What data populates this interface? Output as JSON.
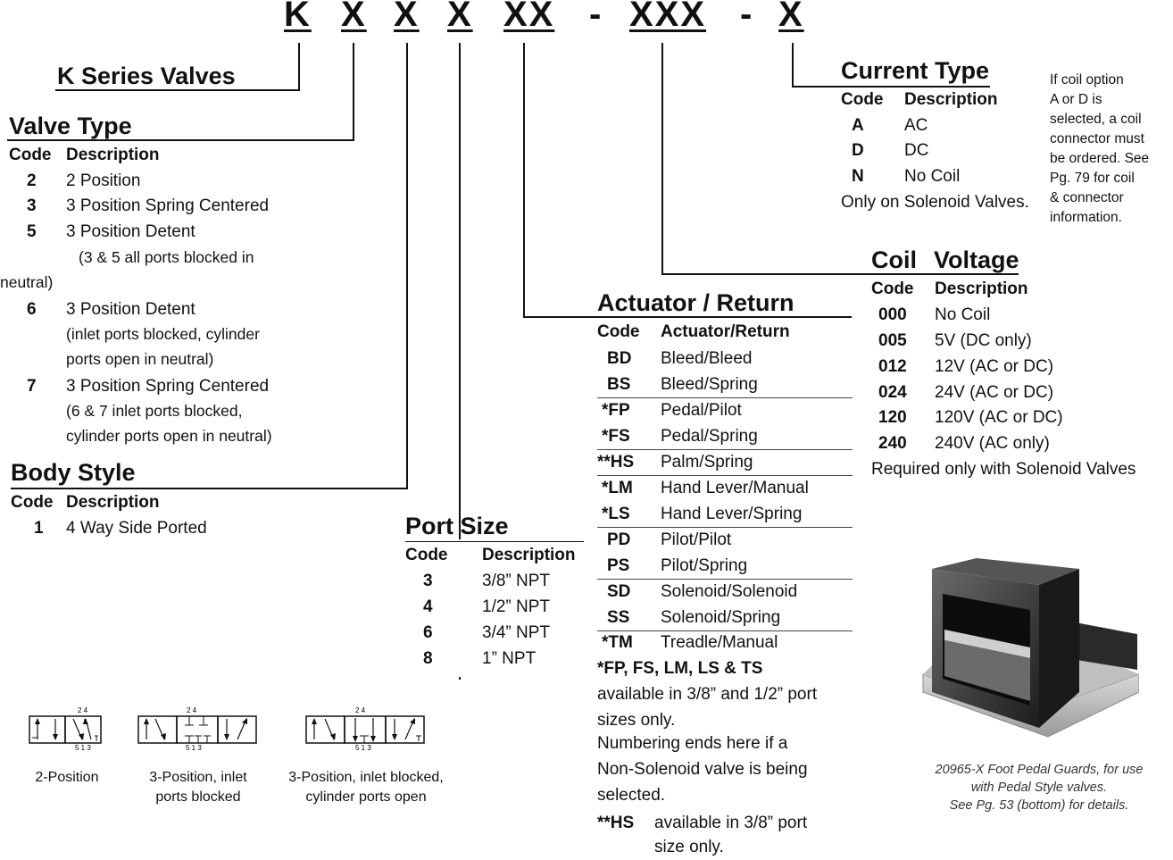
{
  "header": {
    "chars": [
      "K",
      "X",
      "X",
      "X",
      "XX",
      "-",
      "XXX",
      "-",
      "X"
    ]
  },
  "series": {
    "title": "K Series Valves"
  },
  "valve_type": {
    "title": "Valve Type",
    "code_hdr": "Code",
    "desc_hdr": "Description",
    "rows": [
      {
        "code": "2",
        "desc": "2 Position"
      },
      {
        "code": "3",
        "desc": "3 Position Spring Centered"
      },
      {
        "code": "5",
        "desc": "3 Position Detent"
      }
    ],
    "note1a": "(3 & 5 all ports blocked in",
    "note1b": "neutral)",
    "row6": {
      "code": "6",
      "desc": "3 Position Detent"
    },
    "note6a": "(inlet ports blocked, cylinder",
    "note6b": "ports open in neutral)",
    "row7": {
      "code": "7",
      "desc": "3 Position Spring Centered"
    },
    "note7a": "(6 & 7 inlet ports blocked,",
    "note7b": "cylinder ports open in neutral)"
  },
  "body_style": {
    "title": "Body Style",
    "code_hdr": "Code",
    "desc_hdr": "Description",
    "rows": [
      {
        "code": "1",
        "desc": "4 Way Side Ported"
      }
    ]
  },
  "port_size": {
    "title": "Port Size",
    "code_hdr": "Code",
    "desc_hdr": "Description",
    "rows": [
      {
        "code": "3",
        "desc": "3/8” NPT"
      },
      {
        "code": "4",
        "desc": "1/2” NPT"
      },
      {
        "code": "6",
        "desc": "3/4” NPT"
      },
      {
        "code": "8",
        "desc": "1” NPT"
      }
    ]
  },
  "actuator": {
    "title": "Actuator / Return",
    "code_hdr": "Code",
    "desc_hdr": "Actuator/Return",
    "rows": [
      {
        "code": "BD",
        "desc": "Bleed/Bleed"
      },
      {
        "code": "BS",
        "desc": "Bleed/Spring"
      },
      {
        "code": "*FP",
        "desc": "Pedal/Pilot"
      },
      {
        "code": "*FS",
        "desc": "Pedal/Spring"
      },
      {
        "code": "**HS",
        "desc": "Palm/Spring"
      },
      {
        "code": "*LM",
        "desc": "Hand Lever/Manual"
      },
      {
        "code": "*LS",
        "desc": "Hand Lever/Spring"
      },
      {
        "code": "PD",
        "desc": "Pilot/Pilot"
      },
      {
        "code": "PS",
        "desc": "Pilot/Spring"
      },
      {
        "code": "SD",
        "desc": "Solenoid/Solenoid"
      },
      {
        "code": "SS",
        "desc": "Solenoid/Spring"
      },
      {
        "code": "*TM",
        "desc": "Treadle/Manual"
      }
    ],
    "note_bold": "*FP, FS, LM, LS & TS",
    "note_lines": [
      "available in 3/8” and 1/2” port",
      "sizes only.",
      "Numbering ends here if a",
      "Non-Solenoid valve is being",
      "selected."
    ],
    "hs_code": "**HS",
    "hs_line1": "available in 3/8” port",
    "hs_line2": "size only."
  },
  "current_type": {
    "title": "Current Type",
    "code_hdr": "Code",
    "desc_hdr": "Description",
    "rows": [
      {
        "code": "A",
        "desc": "AC"
      },
      {
        "code": "D",
        "desc": "DC"
      },
      {
        "code": "N",
        "desc": "No Coil"
      }
    ],
    "note": "Only on Solenoid Valves."
  },
  "coil_note": {
    "lines": [
      "If coil option",
      "A or D is",
      "selected, a coil",
      "connector must",
      "be ordered.  See",
      "Pg. 79 for coil",
      "& connector",
      "information."
    ]
  },
  "coil_voltage": {
    "title_a": "Coil",
    "title_b": "Voltage",
    "code_hdr": "Code",
    "desc_hdr": "Description",
    "rows": [
      {
        "code": "000",
        "desc": "No Coil"
      },
      {
        "code": "005",
        "desc": "5V (DC only)"
      },
      {
        "code": "012",
        "desc": "12V (AC or DC)"
      },
      {
        "code": "024",
        "desc": "24V (AC or DC)"
      },
      {
        "code": "120",
        "desc": "120V (AC or DC)"
      },
      {
        "code": "240",
        "desc": "240V (AC only)"
      }
    ],
    "note": "Required only with Solenoid Valves"
  },
  "symbols": {
    "s1": "2-Position",
    "s2a": "3-Position, inlet",
    "s2b": "ports blocked",
    "s3a": "3-Position, inlet blocked,",
    "s3b": "cylinder ports open",
    "port_top": "2  4",
    "port_bottom": "5 1 3"
  },
  "photo_caption": {
    "l1": "20965-X Foot Pedal Guards, for use",
    "l2": "with Pedal Style valves.",
    "l3": "See Pg. 53 (bottom) for details."
  }
}
